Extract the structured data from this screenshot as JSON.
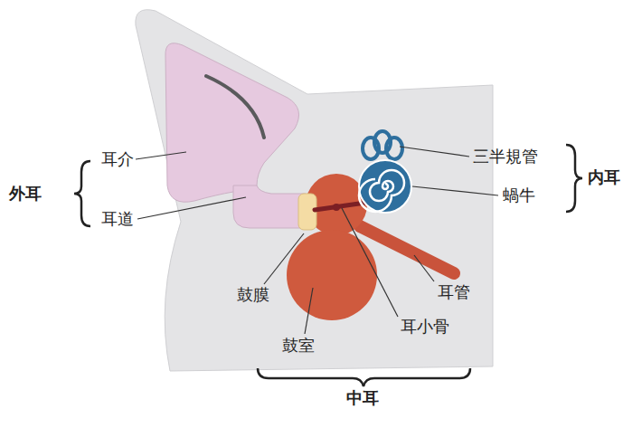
{
  "diagram": {
    "labels": [
      "耳介",
      "外耳",
      "耳道",
      "三半規管",
      "内耳",
      "蝸牛",
      "鼓膜",
      "耳管",
      "耳小骨",
      "鼓室",
      "中耳"
    ]
  }
}
